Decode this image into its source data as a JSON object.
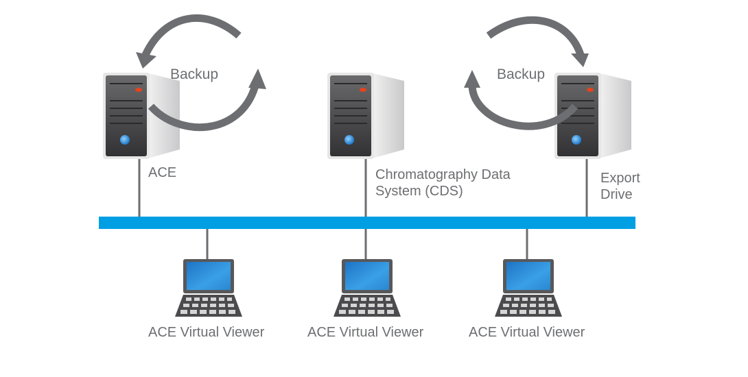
{
  "diagram": {
    "servers": [
      {
        "id": "ace",
        "label": "ACE"
      },
      {
        "id": "cds",
        "label_line1": "Chromatography Data",
        "label_line2": "System (CDS)"
      },
      {
        "id": "export",
        "label_line1": "Export",
        "label_line2": "Drive"
      }
    ],
    "backup_labels": [
      "Backup",
      "Backup"
    ],
    "clients": [
      {
        "label": "ACE Virtual Viewer"
      },
      {
        "label": "ACE Virtual Viewer"
      },
      {
        "label": "ACE Virtual Viewer"
      }
    ],
    "colors": {
      "network_bus": "#009fe3",
      "connector": "#6d6e71",
      "arrow": "#6d6e71",
      "text": "#6d6e71",
      "server_front": "#444446",
      "screen": "#2a8fd8"
    }
  }
}
